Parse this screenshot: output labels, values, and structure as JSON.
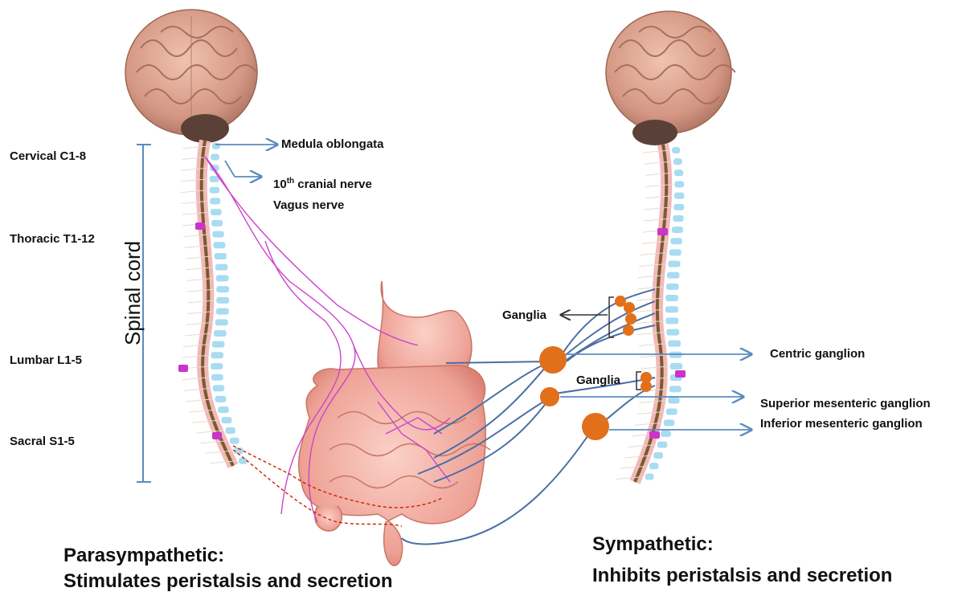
{
  "regions": {
    "cervical": "Cervical C1-8",
    "thoracic": "Thoracic T1-12",
    "lumbar": "Lumbar L1-5",
    "sacral": "Sacral S1-5",
    "spinal_cord": "Spinal cord"
  },
  "nerves": {
    "medulla": "Medula oblongata",
    "cranial_num": "10",
    "cranial_sup": "th",
    "cranial_rest": " cranial nerve",
    "vagus": "Vagus nerve"
  },
  "ganglia": {
    "ganglia_upper": "Ganglia",
    "ganglia_lower": "Ganglia",
    "centric": "Centric ganglion",
    "superior": "Superior mesenteric ganglion",
    "inferior": "Inferior mesenteric ganglion"
  },
  "captions": {
    "para_title": "Parasympathetic:",
    "para_desc": "Stimulates peristalsis and secretion",
    "symp_title": "Sympathetic:",
    "symp_desc": "Inhibits peristalsis and secretion"
  },
  "colors": {
    "arrow": "#5b8bc0",
    "vagus": "#cc44cc",
    "sacral_nerve": "#cc2200",
    "sympathetic_nerve": "#4a6fa5",
    "ganglion": "#e26f1a",
    "vertebra": "#a8dcf2",
    "marker": "#cc33cc",
    "brain": "#d9a08a",
    "gut": "#f0a9a0"
  }
}
